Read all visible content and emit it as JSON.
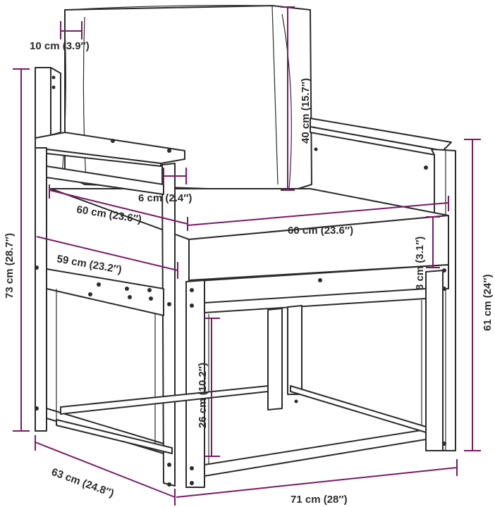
{
  "dimensions": {
    "back_cushion_thickness": "10 cm (3.9″)",
    "back_cushion_height": "40 cm (15.7″)",
    "armrest_width": "6 cm (2.4″)",
    "seat_depth": "60 cm (23.6″)",
    "seat_width": "60 cm (23.6″)",
    "seat_cushion_thickness": "8 cm (3.1″)",
    "inner_depth": "59 cm (23.2″)",
    "total_height": "73 cm (28.7″)",
    "arm_height": "61 cm (24″)",
    "under_seat_clearance": "26 cm (10.2″)",
    "total_depth": "63 cm (24.8″)",
    "total_width": "71 cm (28″)"
  },
  "colors": {
    "line": "#2b2b2b",
    "dimension": "#7a1a66",
    "background": "#ffffff"
  }
}
